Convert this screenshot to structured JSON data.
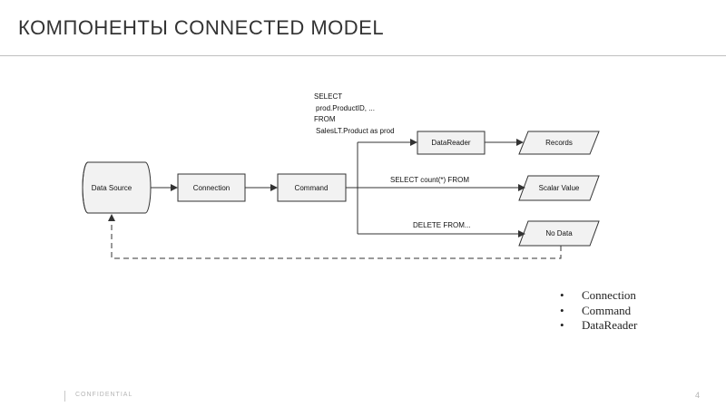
{
  "slide": {
    "title": "КОМПОНЕНТЫ CONNECTED MODEL",
    "footer_label": "CONFIDENTIAL",
    "page_number": "4"
  },
  "diagram": {
    "data_source": "Data Source",
    "connection": "Connection",
    "command": "Command",
    "datareader": "DataReader",
    "records": "Records",
    "scalar_value": "Scalar Value",
    "no_data": "No Data",
    "sql_select_lines": [
      "SELECT",
      "prod.ProductID, ...",
      "FROM",
      "SalesLT.Product as prod"
    ],
    "sql_count": "SELECT count(*) FROM",
    "sql_delete": "DELETE FROM..."
  },
  "bullets": [
    "Connection",
    "Command",
    "DataReader"
  ],
  "colors": {
    "box_fill": "#f2f2f2",
    "line": "#333333"
  }
}
